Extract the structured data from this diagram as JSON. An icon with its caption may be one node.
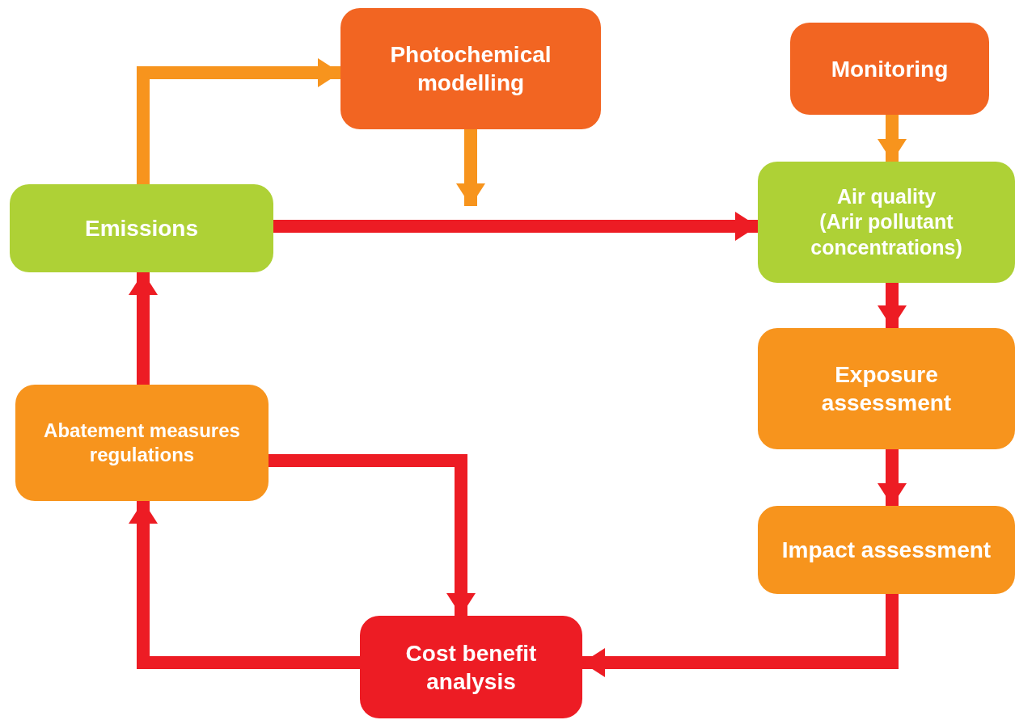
{
  "diagram": {
    "nodes": [
      {
        "text": [
          "Photochemical modelling"
        ]
      },
      {
        "text": [
          "Monitoring"
        ]
      },
      {
        "text": [
          "Emissions"
        ]
      },
      {
        "text": [
          "Air quality",
          "(Arir pollutant concentrations)"
        ]
      },
      {
        "text": [
          "Exposure assessment"
        ]
      },
      {
        "text": [
          "Impact assessment"
        ]
      },
      {
        "text": [
          "Abatement measures regulations"
        ]
      },
      {
        "text": [
          "Cost benefit analysis"
        ]
      }
    ],
    "edges": [
      {
        "from": 2,
        "to": 0,
        "arrow": "to",
        "color": "#f7941d"
      },
      {
        "from": 0,
        "to": null,
        "arrow": "to",
        "color": "#f7941d"
      },
      {
        "from": 1,
        "to": 3,
        "arrow": "to",
        "color": "#f7941d"
      },
      {
        "from": 2,
        "to": 3,
        "arrow": "to"
      },
      {
        "from": 3,
        "to": 4,
        "arrow": "to"
      },
      {
        "from": 4,
        "to": 5,
        "arrow": "to"
      },
      {
        "from": 5,
        "to": 7,
        "arrow": "to"
      },
      {
        "from": 7,
        "to": 6,
        "arrow": "to"
      },
      {
        "from": 6,
        "to": 2,
        "arrow": "to"
      },
      {
        "from": 6,
        "to": 7,
        "arrow": "to"
      }
    ]
  }
}
